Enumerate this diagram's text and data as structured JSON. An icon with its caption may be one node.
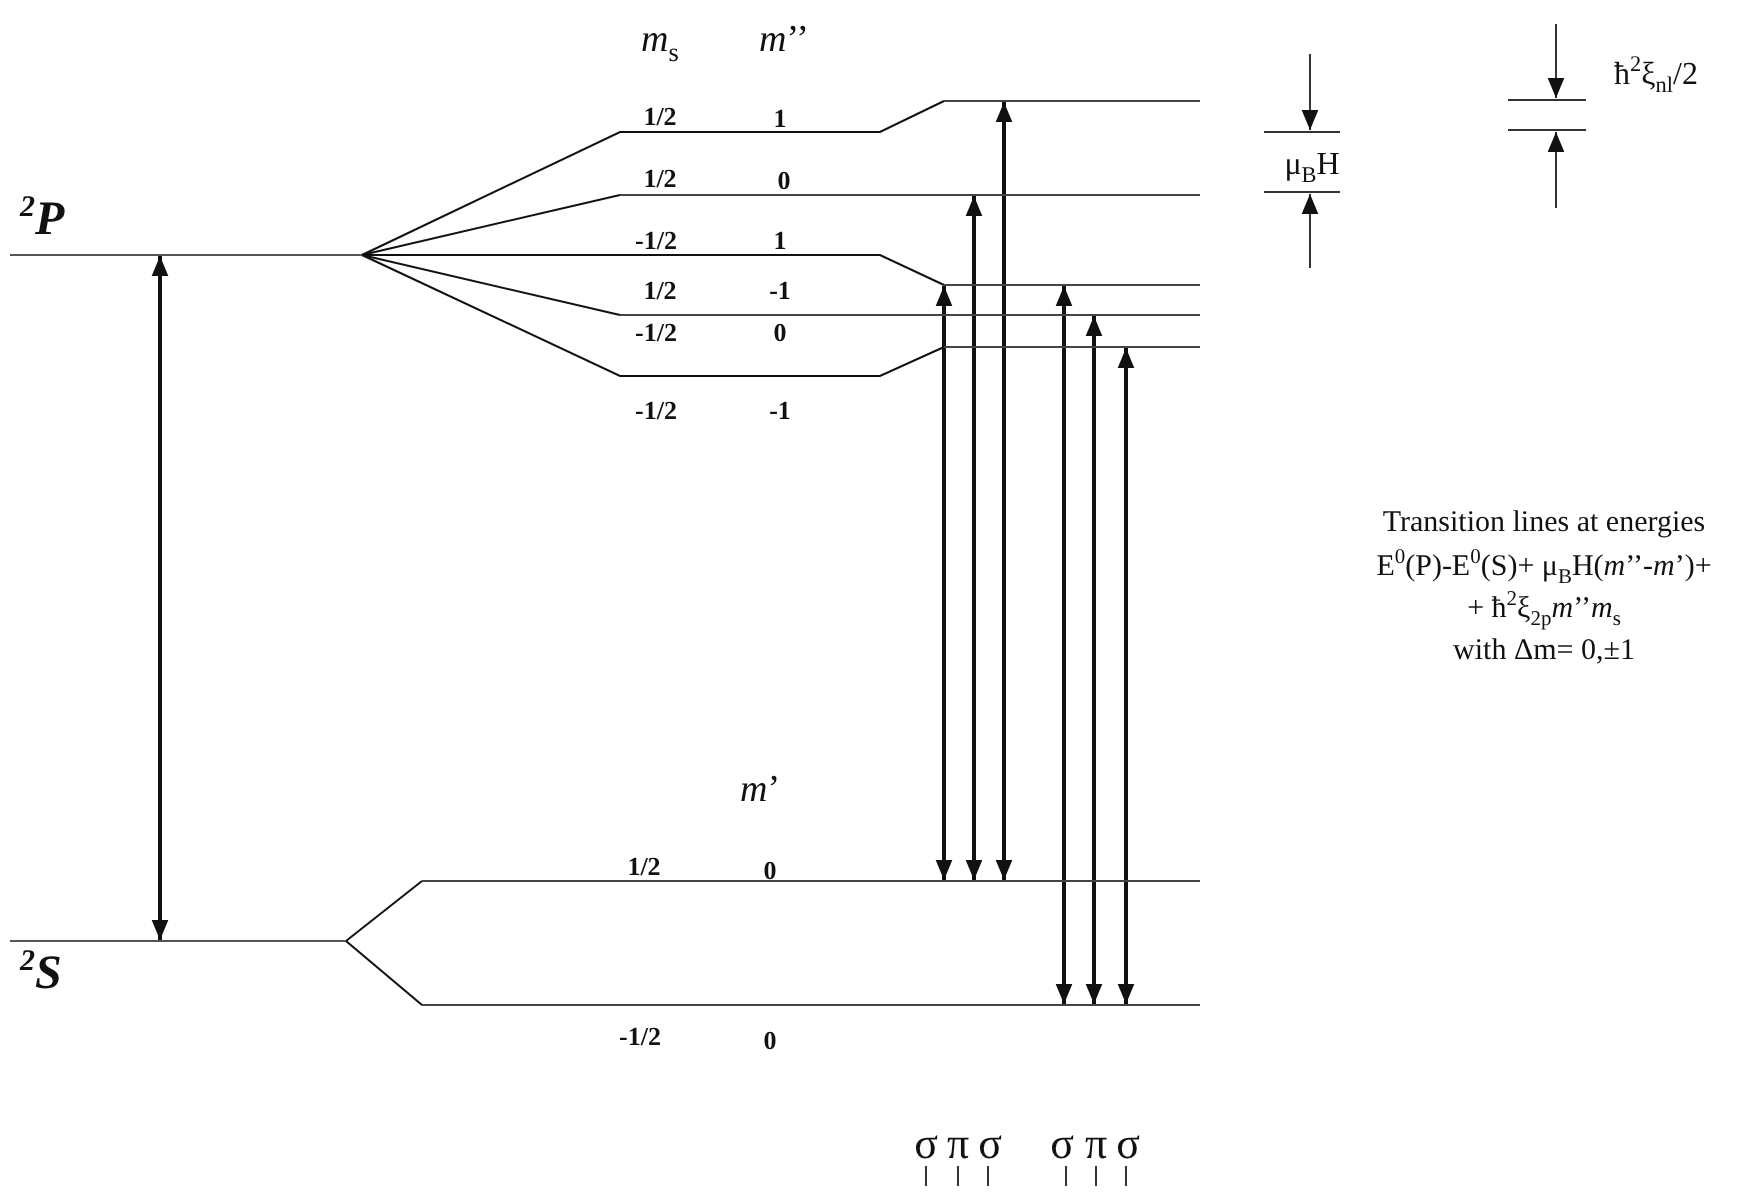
{
  "diagram": {
    "nodes": [
      {
        "text": [
          "$^{2}$P"
        ]
      },
      {
        "text": [],
        "shape": "bar"
      },
      {
        "text": [],
        "shape": "bar"
      },
      {
        "text": [],
        "shape": "bar"
      },
      {
        "text": [],
        "shape": "bar"
      },
      {
        "text": [],
        "shape": "bar"
      },
      {
        "text": [
          "$^{2}$S"
        ]
      },
      {
        "text": [],
        "shape": "bar"
      },
      {
        "text": [],
        "shape": "bar"
      }
    ],
    "edges": [
      {
        "from": 0,
        "to": 6,
        "arrow": "both"
      },
      {
        "from": 0,
        "to": 1,
        "arrow": "none"
      },
      {
        "from": 0,
        "to": 2,
        "arrow": "none"
      },
      {
        "from": 0,
        "to": 3,
        "arrow": "none"
      },
      {
        "from": 0,
        "to": 4,
        "arrow": "none"
      },
      {
        "from": 0,
        "to": 5,
        "arrow": "none"
      },
      {
        "from": 6,
        "to": 7,
        "arrow": "none"
      },
      {
        "from": 6,
        "to": 8,
        "arrow": "none"
      },
      {
        "from": 7,
        "to": 3,
        "arrow": "both"
      },
      {
        "from": 7,
        "to": 2,
        "arrow": "both"
      },
      {
        "from": 7,
        "to": 1,
        "arrow": "both"
      },
      {
        "from": 8,
        "to": 3,
        "arrow": "both"
      },
      {
        "from": 8,
        "to": 4,
        "arrow": "both"
      },
      {
        "from": 8,
        "to": 5,
        "arrow": "both"
      }
    ],
    "labels": [
      "*m*$_{s}$",
      "*m*’’",
      "1/2",
      "1",
      "1/2",
      "0",
      "-1/2",
      "1",
      "1/2",
      "-1",
      "-1/2",
      "0",
      "-1/2",
      "-1",
      "μ$_{B}$H",
      "ħ$^{2}$ξ$_{nl}$/2",
      "Transition lines at energies",
      "E$^{0}$(P)-E$^{0}$(S)+ μ$_{B}$H(*m*’’-*m*’)+",
      "+ ħ$^{2}$ξ$_{2p}$*m*’’*m*$_{s}$",
      "with Δm= 0,±1",
      "*m*’",
      "1/2",
      "0",
      "-1/2",
      "0",
      "σ",
      "π",
      "σ",
      "σ",
      "π",
      "σ"
    ]
  }
}
